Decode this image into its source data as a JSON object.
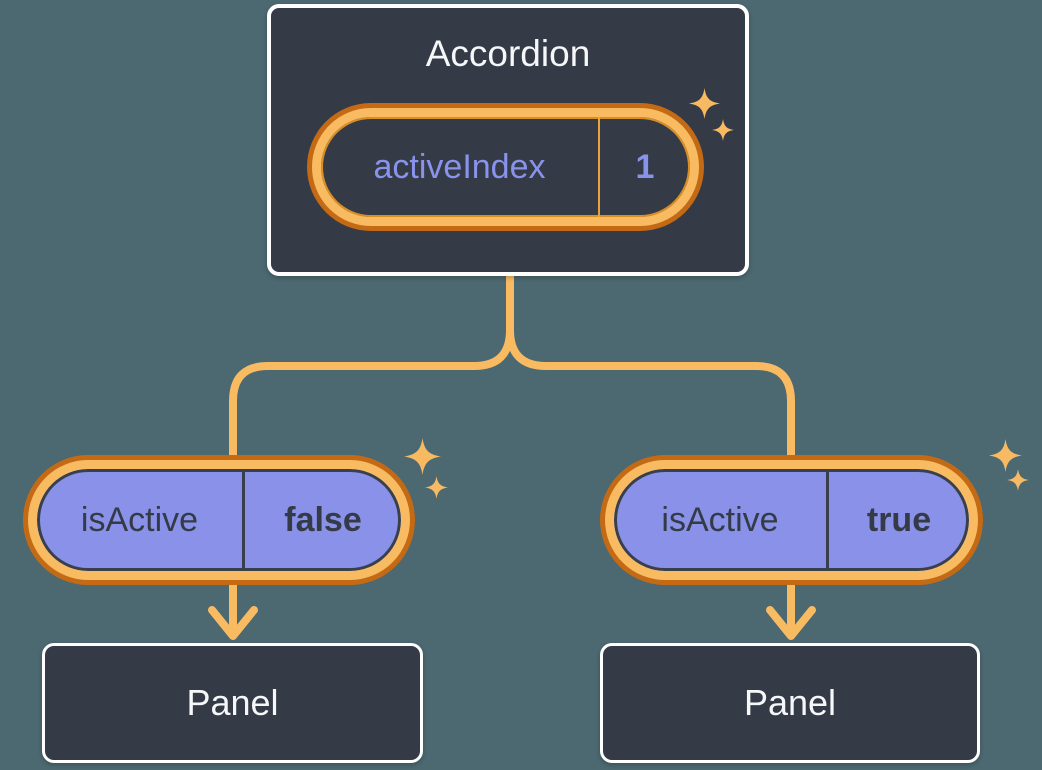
{
  "diagram": {
    "root_component": {
      "title": "Accordion",
      "state": {
        "label": "activeIndex",
        "value": "1"
      }
    },
    "children": [
      {
        "prop": {
          "label": "isActive",
          "value": "false"
        },
        "panel": {
          "title": "Panel"
        }
      },
      {
        "prop": {
          "label": "isActive",
          "value": "true"
        },
        "panel": {
          "title": "Panel"
        }
      }
    ],
    "icons": {
      "sparkle": "✦"
    },
    "colors": {
      "background": "#4C6870",
      "card_background": "#343B46",
      "card_border": "#FFFFFF",
      "connector_orange": "#F8BB62",
      "ring_outer_orange": "#C46A15",
      "state_divider_orange": "#E9A33C",
      "prop_pill_purple": "#8991E9",
      "state_text_purple": "#8A93EC",
      "dark_slate_text": "#343B46",
      "light_text": "#F6F7F9"
    }
  }
}
